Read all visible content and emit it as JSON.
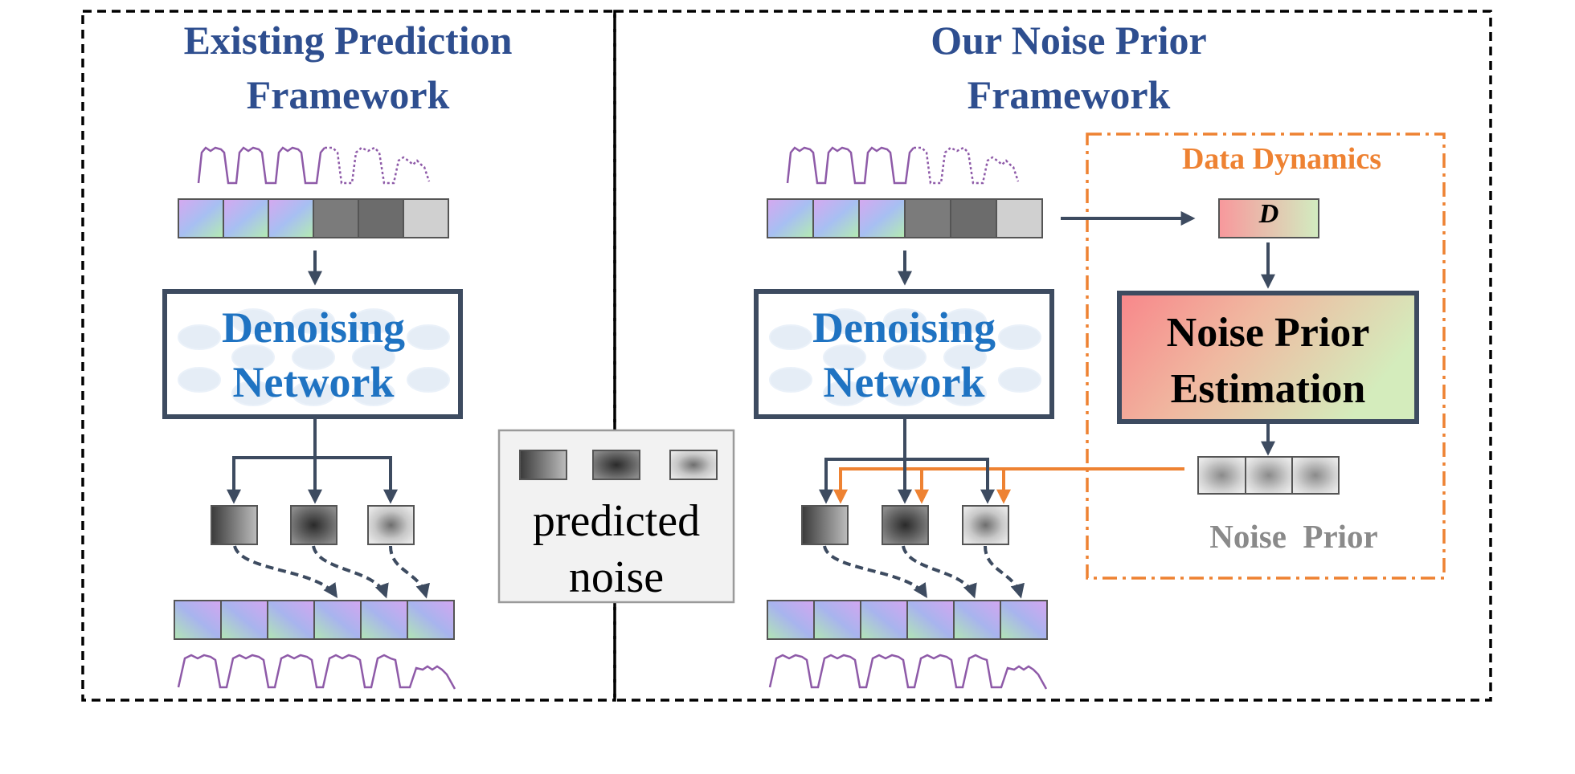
{
  "left_panel": {
    "title_line1": "Existing Prediction",
    "title_line2": "Framework",
    "network_line1": "Denoising",
    "network_line2": "Network"
  },
  "right_panel": {
    "title_line1": "Our Noise Prior",
    "title_line2": "Framework",
    "network_line1": "Denoising",
    "network_line2": "Network"
  },
  "data_dynamics": {
    "title": "Data Dynamics",
    "symbol": "D",
    "estimation_line1": "Noise Prior",
    "estimation_line2": "Estimation",
    "caption": "Noise  Prior"
  },
  "legend": {
    "line1": "predicted",
    "line2": "noise"
  },
  "colors": {
    "title_blue": "#2e4e8f",
    "network_blue": "#1f73c2",
    "border_dark": "#3d4b60",
    "signal_purple": "#8e5aa8",
    "accent_orange": "#ee8232",
    "caption_gray": "#8a8a8a"
  }
}
